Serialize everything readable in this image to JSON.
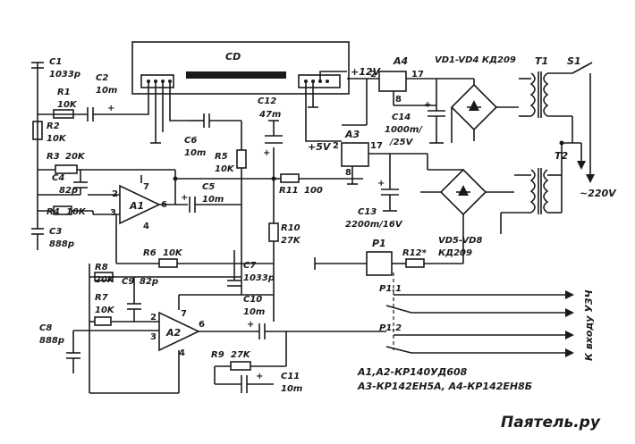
{
  "components": {
    "c1": {
      "ref": "C1",
      "value": "1033p"
    },
    "c2": {
      "ref": "C2",
      "value": "10m"
    },
    "r1": {
      "ref": "R1",
      "value": "10K"
    },
    "r2": {
      "ref": "R2",
      "value": "10K"
    },
    "r3": {
      "ref": "R3",
      "value": "20K"
    },
    "c4": {
      "ref": "C4",
      "value": "82p"
    },
    "r4": {
      "ref": "R4",
      "value": "10K"
    },
    "c3": {
      "ref": "C3",
      "value": "888p"
    },
    "a1": {
      "ref": "A1"
    },
    "a2": {
      "ref": "A2"
    },
    "cd": {
      "ref": "CD"
    },
    "c6": {
      "ref": "C6",
      "value": "10m"
    },
    "r5": {
      "ref": "R5",
      "value": "10K"
    },
    "c5": {
      "ref": "C5",
      "value": "10m"
    },
    "c12": {
      "ref": "C12",
      "value": "47m"
    },
    "r11": {
      "ref": "R11",
      "value": "100"
    },
    "r10": {
      "ref": "R10",
      "value": "27K"
    },
    "r6": {
      "ref": "R6",
      "value": "10K"
    },
    "r8": {
      "ref": "R8",
      "value": "20K"
    },
    "c9": {
      "ref": "C9",
      "value": "82p"
    },
    "r7": {
      "ref": "R7",
      "value": "10K"
    },
    "c8": {
      "ref": "C8",
      "value": "888p"
    },
    "c7": {
      "ref": "C7",
      "value": "1033p"
    },
    "c10": {
      "ref": "C10",
      "value": "10m"
    },
    "r9": {
      "ref": "R9",
      "value": "27K"
    },
    "c11": {
      "ref": "C11",
      "value": "10m"
    },
    "a3": {
      "ref": "A3"
    },
    "a4": {
      "ref": "A4"
    },
    "c14": {
      "ref": "C14",
      "value": "1000m/",
      "value2": "/25V"
    },
    "c13": {
      "ref": "C13",
      "value": "2200m/16V"
    },
    "vd1": {
      "label": "VD1-VD4 КД209"
    },
    "vd5": {
      "label": "VD5-VD8",
      "label2": "КД209"
    },
    "t1": {
      "ref": "T1"
    },
    "t2": {
      "ref": "T2"
    },
    "s1": {
      "ref": "S1"
    },
    "p1": {
      "ref": "P1"
    },
    "r12": {
      "ref": "R12*"
    },
    "p11": {
      "ref": "P1.1"
    },
    "p12": {
      "ref": "P1.2"
    }
  },
  "nets": {
    "v12": "+12V",
    "v5": "+5V",
    "mains": "~220V",
    "output": "К входу УЗЧ"
  },
  "pins": {
    "p2": "2",
    "p3": "3",
    "p4": "4",
    "p6": "6",
    "p7": "7",
    "p8": "8",
    "p17": "17"
  },
  "notes": {
    "line1": "A1,A2-КР140УД608",
    "line2": "A3-КР142ЕН5А, A4-КР142ЕН8Б"
  },
  "watermark": "Паятель.ру"
}
